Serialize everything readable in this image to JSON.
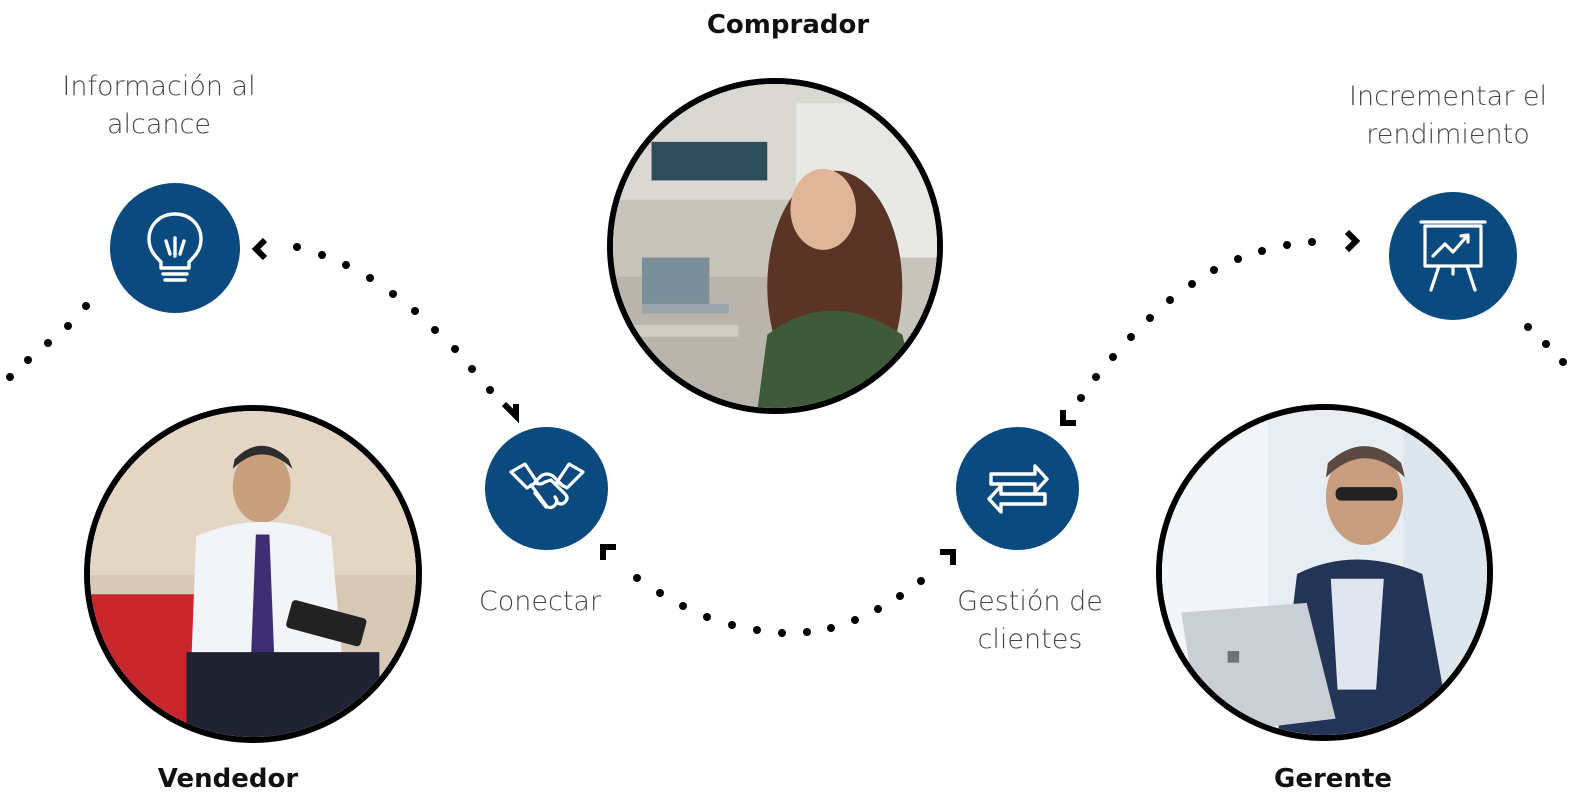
{
  "roles": {
    "buyer": "Comprador",
    "seller": "Vendedor",
    "manager": "Gerente"
  },
  "steps": {
    "info_line1": "Información al",
    "info_line2": "alcance",
    "connect": "Conectar",
    "clients_line1": "Gestión de",
    "clients_line2": "clientes",
    "performance_line1": "Incrementar el",
    "performance_line2": "rendimiento"
  },
  "icons": {
    "info": "lightbulb-icon",
    "connect": "handshake-icon",
    "clients": "exchange-arrows-icon",
    "performance": "presentation-chart-icon"
  },
  "colors": {
    "icon_background": "#0b4a7f",
    "dots": "#000000",
    "photo_border": "#000000"
  }
}
